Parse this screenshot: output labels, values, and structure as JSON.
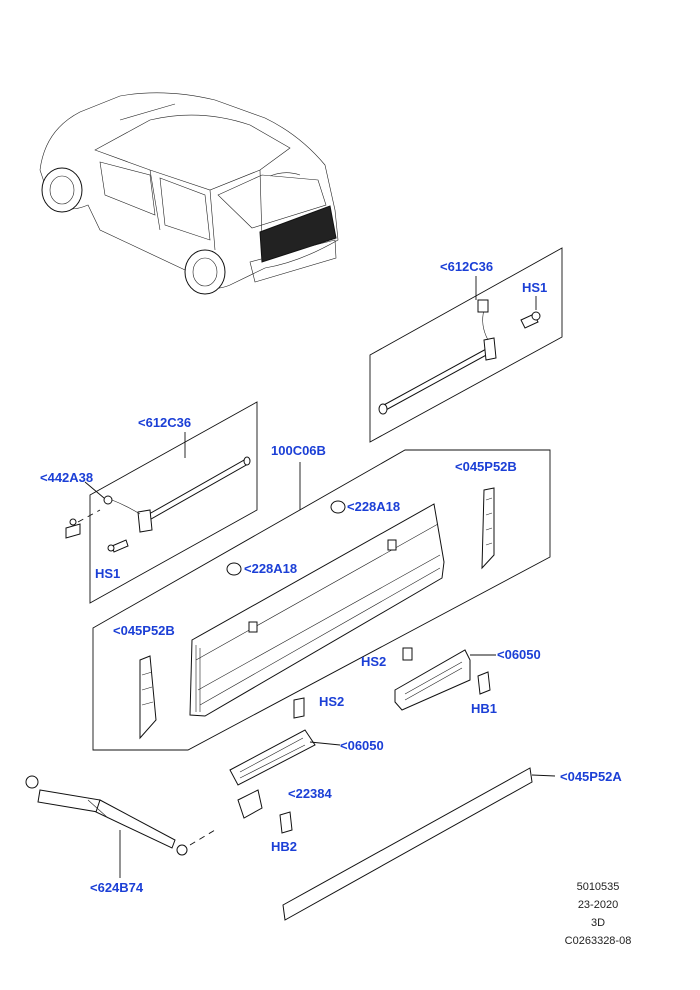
{
  "callouts": {
    "c612C36_top": "<612C36",
    "hs1_top": "HS1",
    "c612C36_left": "<612C36",
    "c442A38": "<442A38",
    "hs1_left": "HS1",
    "c100C06B": "100C06B",
    "c228A18_upper": "<228A18",
    "c228A18_lower": "<228A18",
    "c045P52B_right": "<045P52B",
    "c045P52B_left": "<045P52B",
    "hs2_right": "HS2",
    "c06050_right": "<06050",
    "hb1": "HB1",
    "hs2_center": "HS2",
    "c06050_center": "<06050",
    "c22384": "<22384",
    "hb2": "HB2",
    "c045P52A": "<045P52A",
    "c624B74": "<624B74"
  },
  "meta": {
    "line1": "5010535",
    "line2": "23-2020",
    "line3": "3D",
    "line4": "C0263328-08"
  },
  "colors": {
    "callout": "#1b3fd6",
    "ink": "#111111"
  }
}
